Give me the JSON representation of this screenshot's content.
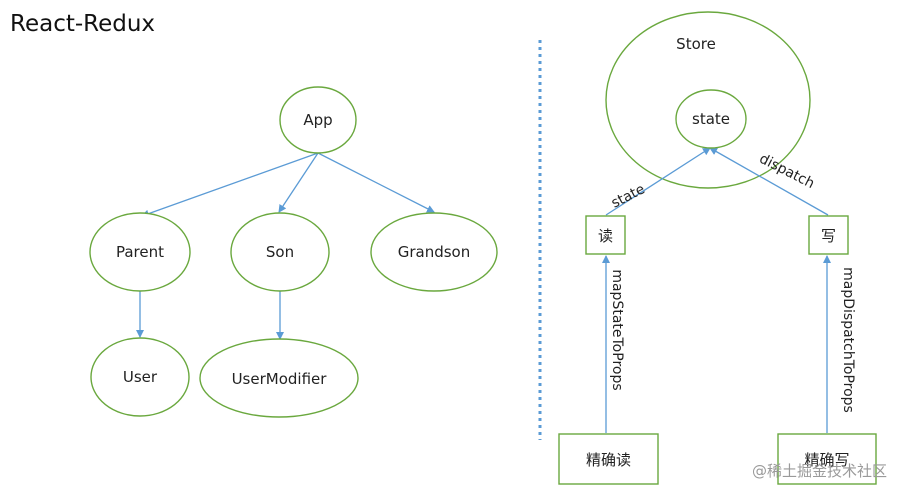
{
  "title": "React-Redux",
  "nodes": {
    "app": "App",
    "parent": "Parent",
    "son": "Son",
    "grandson": "Grandson",
    "user": "User",
    "user_modifier": "UserModifier",
    "store": "Store",
    "state": "state",
    "read": "读",
    "write": "写",
    "precise_read": "精确读",
    "precise_write": "精确写"
  },
  "edge_labels": {
    "state": "state",
    "dispatch": "dispatch",
    "map_state": "mapStateToProps",
    "map_dispatch": "mapDispatchToProps"
  },
  "watermark": "@稀土掘金技术社区",
  "colors": {
    "node_stroke": "#6aa83e",
    "arrow": "#5b9bd5",
    "divider": "#5b9bd5"
  }
}
